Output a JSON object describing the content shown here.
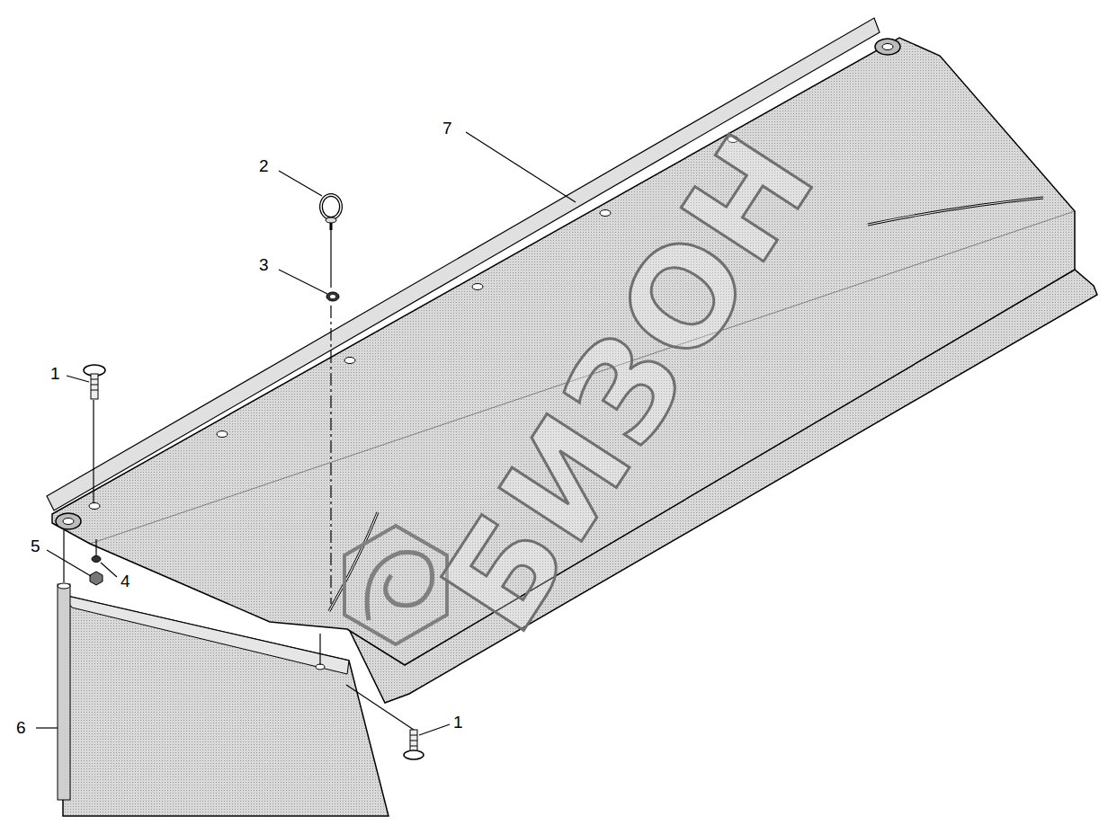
{
  "diagram": {
    "labels": [
      "7",
      "2",
      "3",
      "1",
      "5",
      "4",
      "6",
      "1",
      "БИЗОН"
    ]
  }
}
